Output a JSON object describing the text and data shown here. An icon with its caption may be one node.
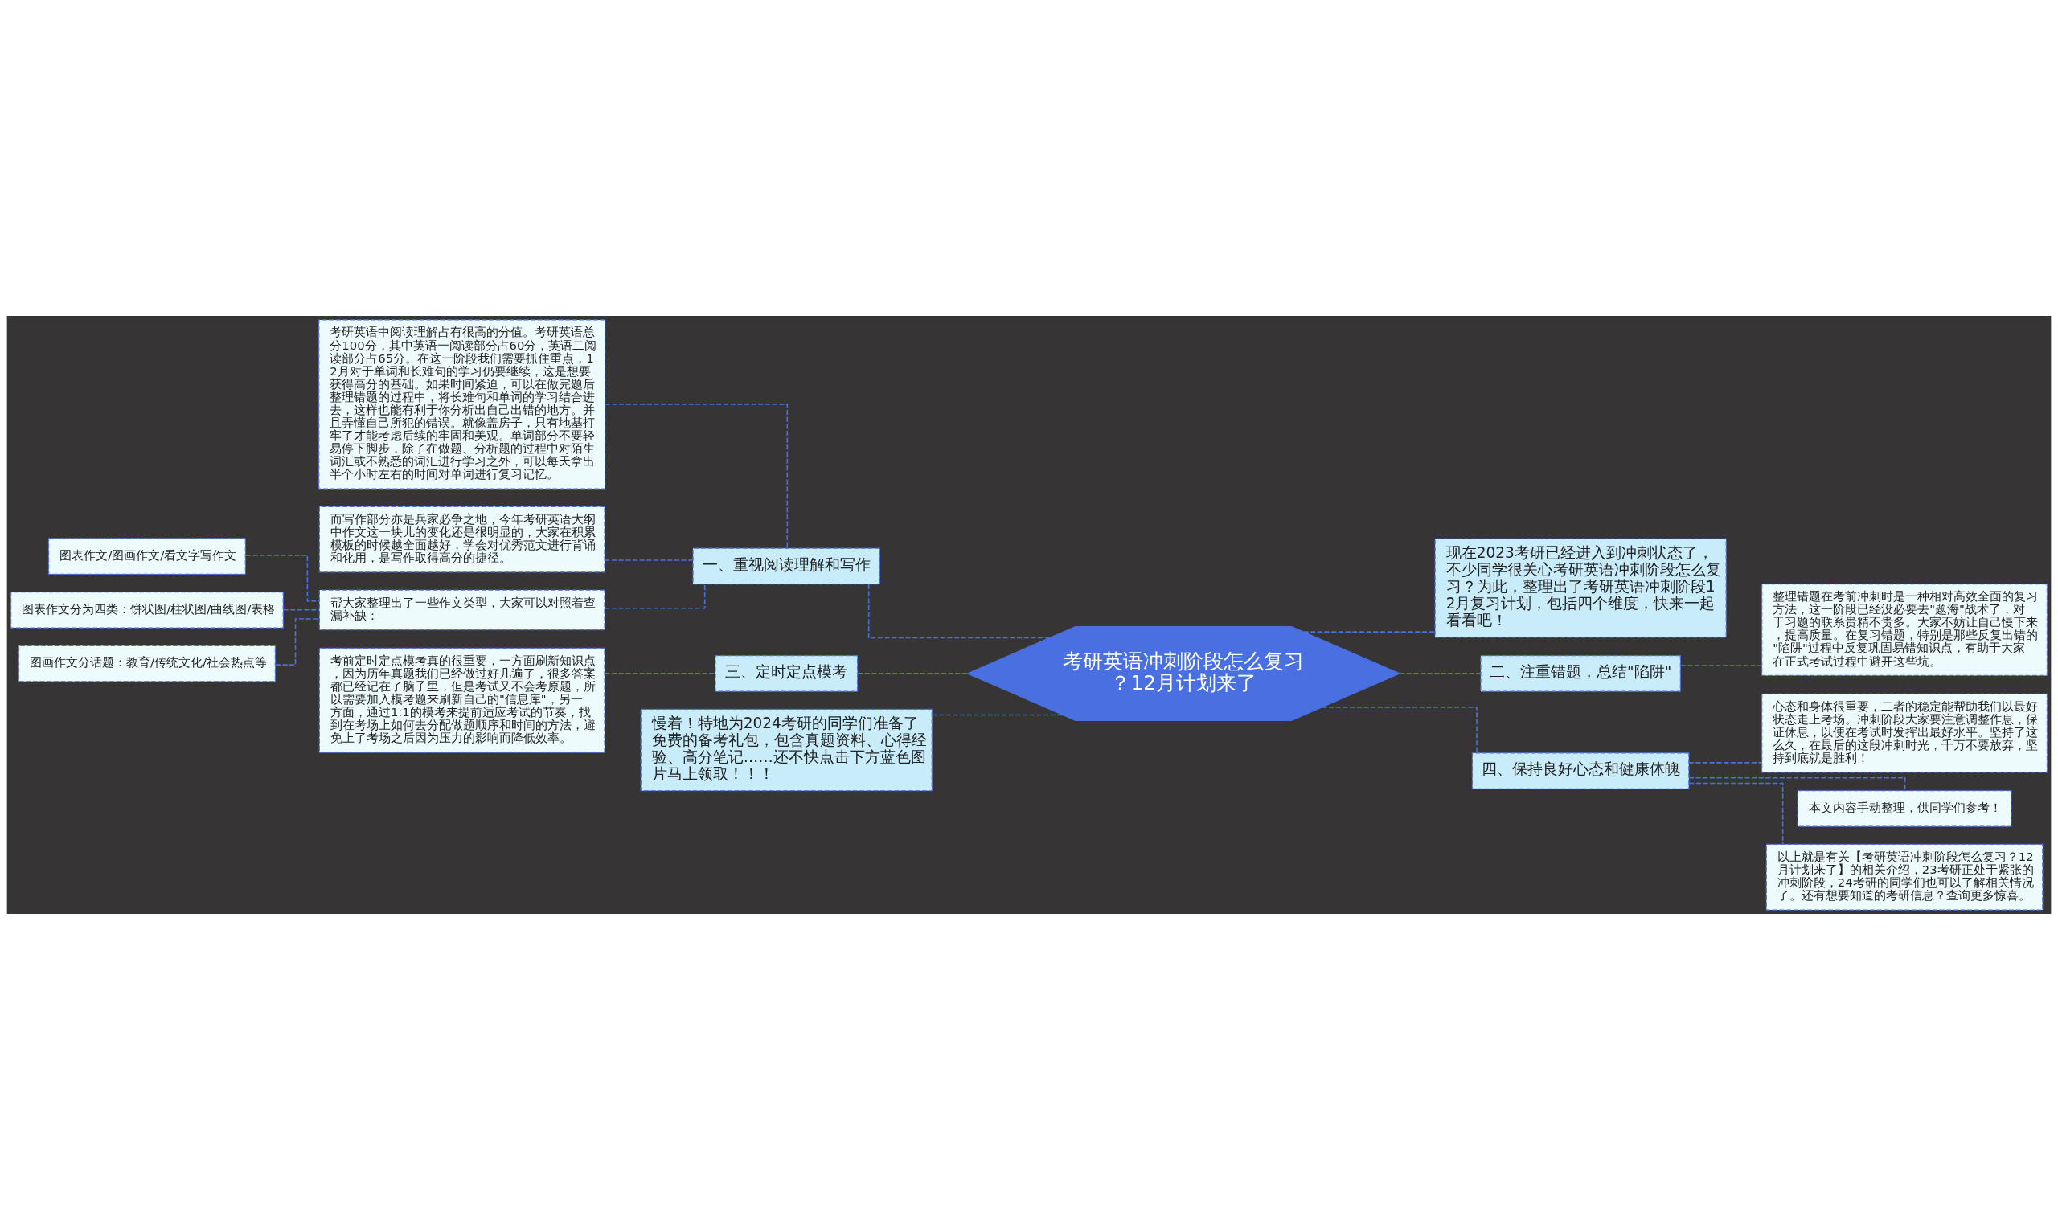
{
  "diagram": {
    "nodes": [
      {
        "text": [
          "考研英语冲刺阶段怎么复习？12月计划来了"
        ]
      },
      {
        "text": [
          "一、重视阅读理解和写作"
        ]
      },
      {
        "text": [
          "考研英语中阅读理解占有很高的分值。考研英语总分100分，其中英语一阅读部分占60分，英语二阅读部分占65分。在这一阶段我们需要抓住重点，12月对于单词和长难句的学习仍要继续，这是想要获得高分的基础。如果时间紧迫，可以在做完题后整理错题的过程中，将长难句和单词的学习结合进去，这样也能有利于你分析出自己出错的地方。并且弄懂自己所犯的错误。就像盖房子，只有地基打牢了才能考虑后续的牢固和美观。单词部分不要轻易停下脚步，除了在做题、分析题的过程中对陌生词汇或不熟悉的词汇进行学习之外，可以每天拿出半个小时左右的时间对单词进行复习记忆。"
        ]
      },
      {
        "text": [
          "而写作部分亦是兵家必争之地，今年考研英语大纲中作文这一块儿的变化还是很明显的，大家在积累模板的时候越全面越好，学会对优秀范文进行背诵和化用，是写作取得高分的捷径。"
        ]
      },
      {
        "text": [
          "帮大家整理出了一些作文类型，大家可以对照着查漏补缺："
        ]
      },
      {
        "text": [
          "图表作文/图画作文/看文字写作文"
        ]
      },
      {
        "text": [
          "图表作文分为四类：饼状图/柱状图/曲线图/表格"
        ]
      },
      {
        "text": [
          "图画作文分话题：教育/传统文化/社会热点等"
        ]
      },
      {
        "text": [
          "三、定时定点模考"
        ]
      },
      {
        "text": [
          "考前定时定点模考真的很重要，一方面刷新知识点，因为历年真题我们已经做过好几遍了，很多答案都已经记在了脑子里，但是考试又不会考原题，所以需要加入模考题来刷新自己的\"信息库\"，另一方面，通过1:1的模考来提前适应考试的节奏，找到在考场上如何去分配做题顺序和时间的方法，避免上了考场之后因为压力的影响而降低效率。"
        ]
      },
      {
        "text": [
          "慢着！特地为2024考研的同学们准备了免费的备考礼包，包含真题资料、心得经验、高分笔记……还不快点击下方蓝色图片马上领取！！！"
        ]
      },
      {
        "text": [
          "现在2023考研已经进入到冲刺状态了，不少同学很关心考研英语冲刺阶段怎么复习？为此，整理出了考研英语冲刺阶段12月复习计划，包括四个维度，快来一起看看吧！"
        ]
      },
      {
        "text": [
          "二、注重错题，总结\"陷阱\""
        ]
      },
      {
        "text": [
          "整理错题在考前冲刺时是一种相对高效全面的复习方法，这一阶段已经没必要去\"题海\"战术了，对于习题的联系贵精不贵多。大家不妨让自己慢下来，提高质量。在复习错题，特别是那些反复出错的\"陷阱\"过程中反复巩固易错知识点，有助于大家在正式考试过程中避开这些坑。"
        ]
      },
      {
        "text": [
          "四、保持良好心态和健康体魄"
        ]
      },
      {
        "text": [
          "心态和身体很重要，二者的稳定能帮助我们以最好状态走上考场。冲刺阶段大家要注意调整作息，保证休息，以便在考试时发挥出最好水平。坚持了这么久，在最后的这段冲刺时光，千万不要放弃，坚持到底就是胜利！"
        ]
      },
      {
        "text": [
          "本文内容手动整理，供同学们参考！"
        ]
      },
      {
        "text": [
          "以上就是有关【考研英语冲刺阶段怎么复习？12月计划来了】的相关介绍，23考研正处于紧张的冲刺阶段，24考研的同学们也可以了解相关情况了。还有想要知道的考研信息？查询更多惊喜。"
        ]
      }
    ],
    "edges": [
      {
        "from": 0,
        "to": 1,
        "arrow": "none",
        "style": "dashed"
      },
      {
        "from": 1,
        "to": 2,
        "arrow": "none",
        "style": "dashed"
      },
      {
        "from": 1,
        "to": 3,
        "arrow": "none",
        "style": "dashed"
      },
      {
        "from": 1,
        "to": 4,
        "arrow": "none",
        "style": "dashed"
      },
      {
        "from": 4,
        "to": 5,
        "arrow": "none",
        "style": "dashed"
      },
      {
        "from": 4,
        "to": 6,
        "arrow": "none",
        "style": "dashed"
      },
      {
        "from": 4,
        "to": 7,
        "arrow": "none",
        "style": "dashed"
      },
      {
        "from": 0,
        "to": 8,
        "arrow": "none",
        "style": "dashed"
      },
      {
        "from": 8,
        "to": 9,
        "arrow": "none",
        "style": "dashed"
      },
      {
        "from": 0,
        "to": 10,
        "arrow": "none",
        "style": "dashed"
      },
      {
        "from": 0,
        "to": 11,
        "arrow": "none",
        "style": "dashed"
      },
      {
        "from": 0,
        "to": 12,
        "arrow": "none",
        "style": "dashed"
      },
      {
        "from": 12,
        "to": 13,
        "arrow": "none",
        "style": "dashed"
      },
      {
        "from": 0,
        "to": 14,
        "arrow": "none",
        "style": "dashed"
      },
      {
        "from": 14,
        "to": 15,
        "arrow": "none",
        "style": "dashed"
      },
      {
        "from": 14,
        "to": 16,
        "arrow": "none",
        "style": "dashed"
      },
      {
        "from": 14,
        "to": 17,
        "arrow": "none",
        "style": "dashed"
      }
    ]
  }
}
